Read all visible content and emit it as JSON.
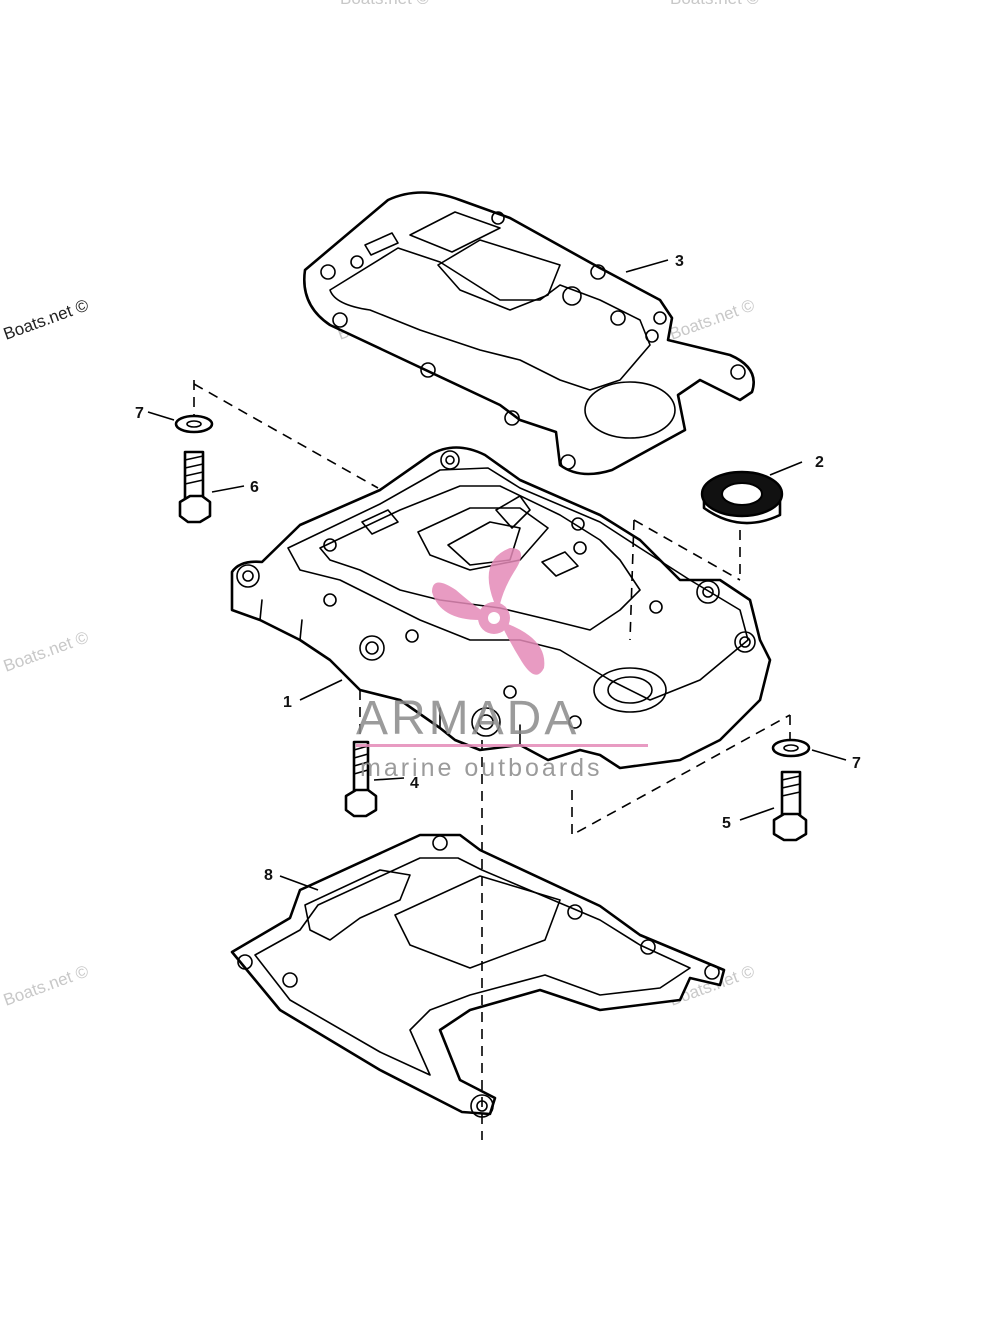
{
  "watermarks": {
    "boats": "Boats.net ©"
  },
  "callouts": {
    "c1": "1",
    "c2": "2",
    "c3": "3",
    "c4": "4",
    "c5": "5",
    "c6": "6",
    "c7a": "7",
    "c7b": "7",
    "c8": "8"
  },
  "brand": {
    "name": "ARMADA",
    "tagline": "marine outboards",
    "logo_icon": "propeller-icon",
    "accent_color": "#e48ab8"
  }
}
